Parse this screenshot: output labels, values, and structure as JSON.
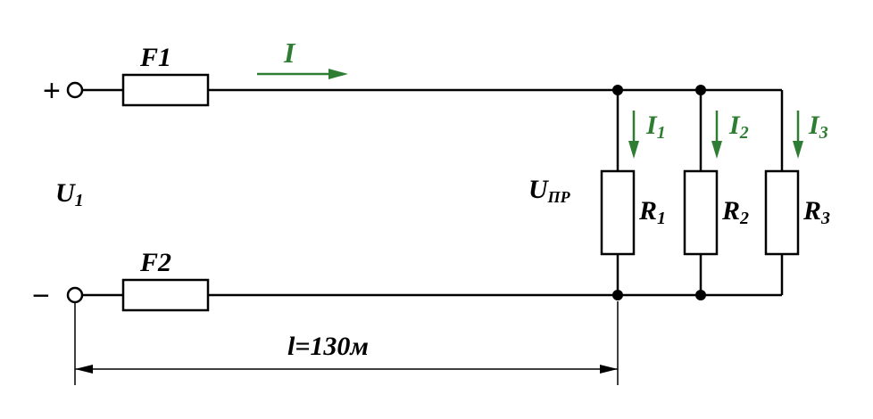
{
  "terminals": {
    "plus": "+",
    "minus": "−"
  },
  "fuses": {
    "f1": "F1",
    "f2": "F2"
  },
  "source_voltage": {
    "main": "U",
    "sub": "1"
  },
  "line_current": "I",
  "branch_currents": [
    {
      "main": "I",
      "sub": "1"
    },
    {
      "main": "I",
      "sub": "2"
    },
    {
      "main": "I",
      "sub": "3"
    }
  ],
  "load_voltage": {
    "main": "U",
    "sub": "ПР"
  },
  "resistors": [
    {
      "main": "R",
      "sub": "1"
    },
    {
      "main": "R",
      "sub": "2"
    },
    {
      "main": "R",
      "sub": "3"
    }
  ],
  "length_label": "l=130м",
  "colors": {
    "wire": "#000000",
    "current": "#2e7d32"
  }
}
